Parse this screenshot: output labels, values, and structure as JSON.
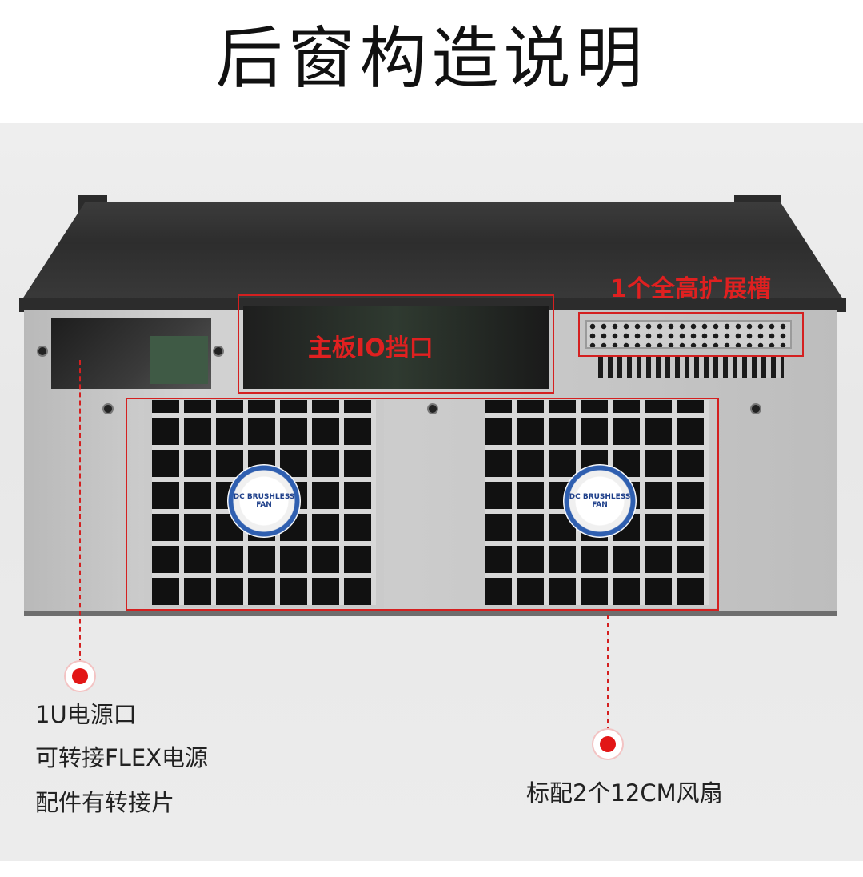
{
  "page_title": "后窗构造说明",
  "callouts": {
    "io_shield": "主板IO挡口",
    "expansion_slot": "1个全高扩展槽"
  },
  "notes": {
    "psu": [
      "1U电源口",
      "可转接FLEX电源",
      "配件有转接片"
    ],
    "fans": "标配2个12CM风扇"
  },
  "fan_label_text": "DC BRUSHLESS FAN",
  "colors": {
    "accent": "#d42020",
    "chassis": "#2d2d2d",
    "panel": "#c9c9c9"
  }
}
